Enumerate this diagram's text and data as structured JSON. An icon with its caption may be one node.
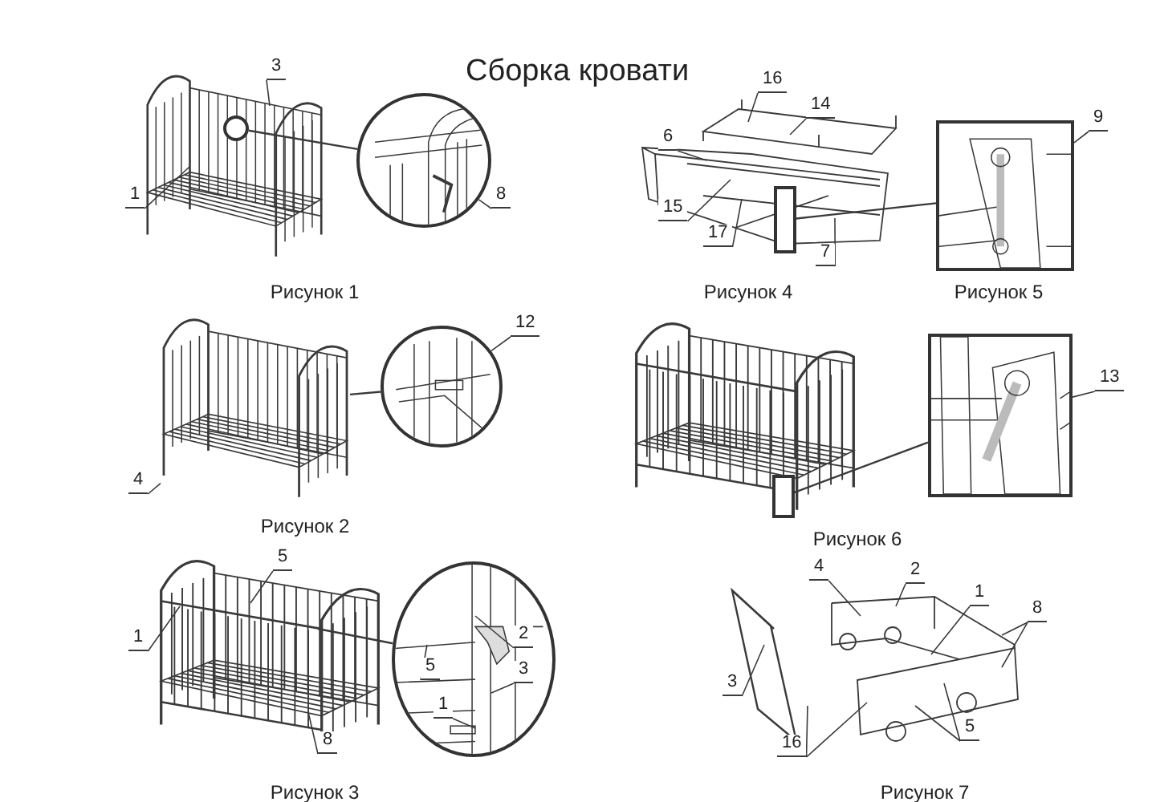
{
  "diagram": {
    "title": "Сборка кровати",
    "nodes": [
      {
        "text": [
          "3"
        ]
      },
      {
        "text": [
          "1"
        ]
      },
      {
        "text": [
          "8"
        ]
      },
      {
        "text": [],
        "shape": "circle"
      },
      {
        "text": [],
        "shape": "circle"
      },
      {
        "text": [
          "16"
        ]
      },
      {
        "text": [
          "14"
        ]
      },
      {
        "text": [
          "6"
        ]
      },
      {
        "text": [
          "15"
        ]
      },
      {
        "text": [
          "17"
        ]
      },
      {
        "text": [
          "7"
        ]
      },
      {
        "text": [],
        "shape": "box"
      },
      {
        "text": [],
        "shape": "box"
      },
      {
        "text": [
          "9"
        ]
      },
      {
        "text": [
          "4"
        ]
      },
      {
        "text": [
          "12"
        ]
      },
      {
        "text": [],
        "shape": "circle"
      },
      {
        "text": [
          "5"
        ]
      },
      {
        "text": [
          "1"
        ]
      },
      {
        "text": [
          "8"
        ]
      },
      {
        "text": [
          "2"
        ],
        "in": 24
      },
      {
        "text": [
          "5"
        ],
        "in": 24
      },
      {
        "text": [
          "3"
        ],
        "in": 24
      },
      {
        "text": [
          "1"
        ],
        "in": 24
      },
      {
        "text": [],
        "shape": "circle"
      },
      {
        "text": [],
        "shape": "box"
      },
      {
        "text": [],
        "shape": "box"
      },
      {
        "text": [
          "13"
        ]
      },
      {
        "text": [
          "4"
        ]
      },
      {
        "text": [
          "2"
        ]
      },
      {
        "text": [
          "1"
        ]
      },
      {
        "text": [
          "8"
        ]
      },
      {
        "text": [
          "3"
        ]
      },
      {
        "text": [
          "16"
        ]
      },
      {
        "text": [
          "5"
        ]
      },
      {
        "text": [],
        "shape": "picture"
      }
    ],
    "edges": [
      {
        "from": 0,
        "to": null,
        "arrow": "none"
      },
      {
        "from": 1,
        "to": null,
        "arrow": "none"
      },
      {
        "from": 2,
        "to": 4,
        "arrow": "none"
      },
      {
        "from": 3,
        "to": 4,
        "arrow": "none"
      },
      {
        "from": 5,
        "to": null,
        "arrow": "none"
      },
      {
        "from": 6,
        "to": null,
        "arrow": "none"
      },
      {
        "from": 7,
        "to": null,
        "arrow": "none"
      },
      {
        "from": 8,
        "to": null,
        "arrow": "none"
      },
      {
        "from": 9,
        "to": null,
        "arrow": "none"
      },
      {
        "from": 10,
        "to": null,
        "arrow": "none"
      },
      {
        "from": 11,
        "to": 12,
        "arrow": "none"
      },
      {
        "from": 13,
        "to": 12,
        "arrow": "none"
      },
      {
        "from": 14,
        "to": 35,
        "arrow": "none"
      },
      {
        "from": 15,
        "to": 16,
        "arrow": "none"
      },
      {
        "from": 35,
        "to": 16,
        "arrow": "none"
      },
      {
        "from": 17,
        "to": null,
        "arrow": "none"
      },
      {
        "from": 18,
        "to": null,
        "arrow": "none"
      },
      {
        "from": 19,
        "to": null,
        "arrow": "none"
      },
      {
        "from": 20,
        "to": null,
        "arrow": "none"
      },
      {
        "from": 21,
        "to": null,
        "arrow": "none"
      },
      {
        "from": 22,
        "to": null,
        "arrow": "none"
      },
      {
        "from": 23,
        "to": null,
        "arrow": "none"
      },
      {
        "from": null,
        "to": 24,
        "arrow": "none"
      },
      {
        "from": 25,
        "to": 26,
        "arrow": "none"
      },
      {
        "from": 27,
        "to": 26,
        "arrow": "none"
      },
      {
        "from": 28,
        "to": null,
        "arrow": "none"
      },
      {
        "from": 29,
        "to": null,
        "arrow": "none"
      },
      {
        "from": 30,
        "to": null,
        "arrow": "none"
      },
      {
        "from": 31,
        "to": null,
        "arrow": "none"
      },
      {
        "from": 31,
        "to": null,
        "arrow": "none"
      },
      {
        "from": 32,
        "to": null,
        "arrow": "none"
      },
      {
        "from": 33,
        "to": null,
        "arrow": "none"
      },
      {
        "from": 33,
        "to": null,
        "arrow": "none"
      },
      {
        "from": 34,
        "to": null,
        "arrow": "none"
      },
      {
        "from": 34,
        "to": null,
        "arrow": "none"
      }
    ],
    "labels": [
      "Рисунок 1",
      "Рисунок 4",
      "Рисунок 5",
      "Рисунок 2",
      "Рисунок 6",
      "Рисунок 3",
      "Рисунок 7"
    ]
  }
}
